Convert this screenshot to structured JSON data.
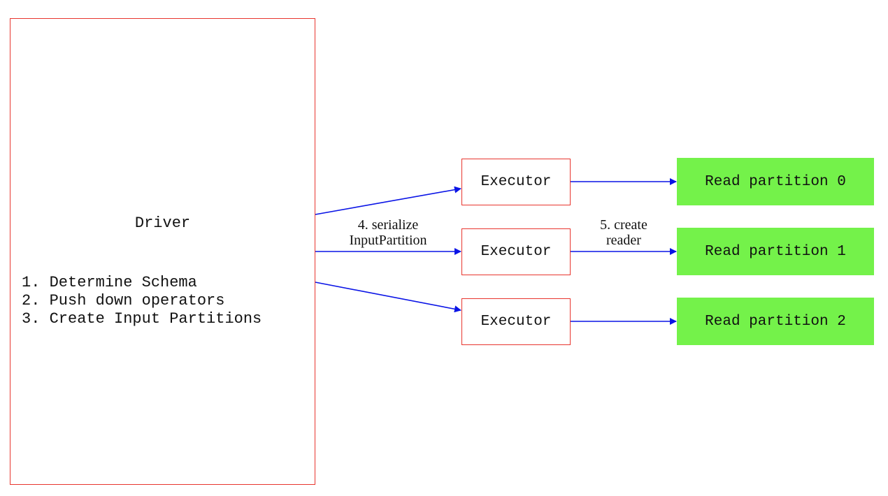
{
  "driver": {
    "title": "Driver",
    "steps": [
      "1. Determine Schema",
      "2. Push down operators",
      "3. Create Input Partitions"
    ]
  },
  "executors": [
    "Executor",
    "Executor",
    "Executor"
  ],
  "partitions": [
    "Read partition 0",
    "Read partition 1",
    "Read partition 2"
  ],
  "edge_labels": {
    "serialize": [
      "4. serialize",
      "InputPartition"
    ],
    "create_reader": [
      "5. create",
      "reader"
    ]
  },
  "colors": {
    "node_border": "#e8352e",
    "partition_fill": "#74f24a",
    "edge": "#0a14e6"
  }
}
